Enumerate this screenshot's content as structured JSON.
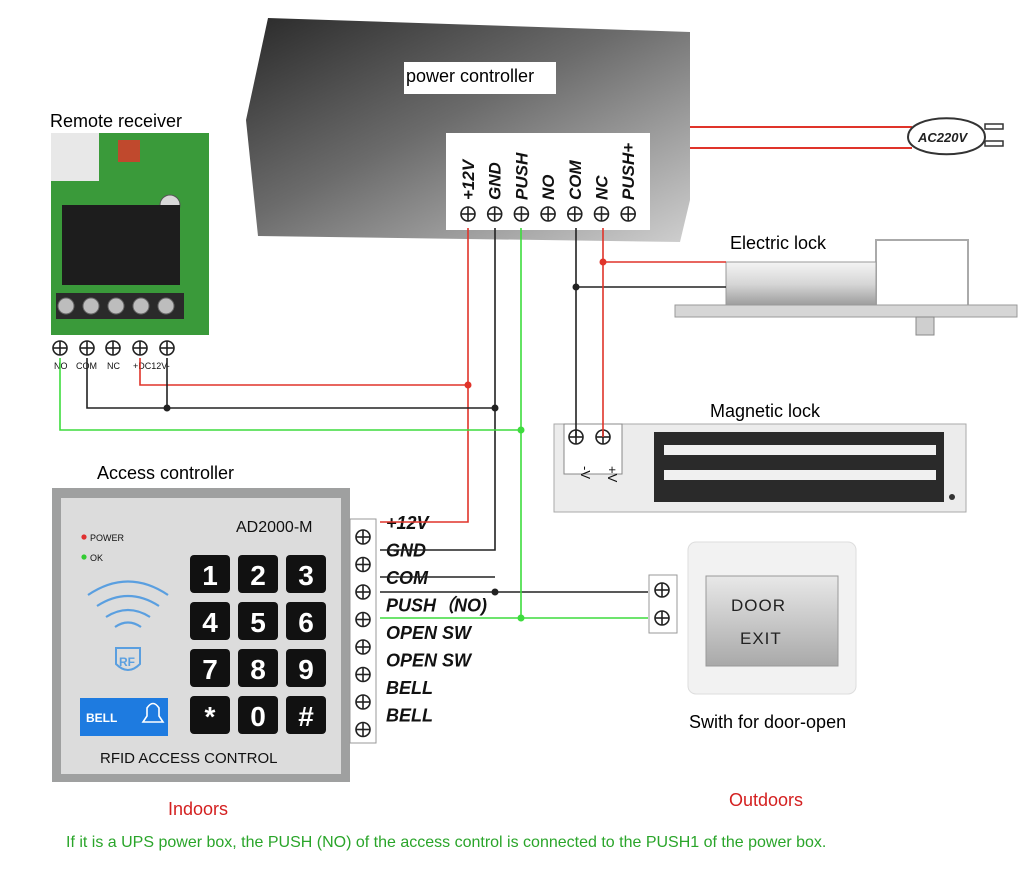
{
  "power_controller": {
    "title": "power controller",
    "terminals": [
      "+12V",
      "GND",
      "PUSH",
      "NO",
      "COM",
      "NC",
      "PUSH+"
    ]
  },
  "plug": {
    "label": "AC220V"
  },
  "remote_receiver": {
    "title": "Remote receiver",
    "terminals": [
      "NO",
      "COM",
      "NC",
      "+DC12V-"
    ]
  },
  "electric_lock": {
    "title": "Electric lock"
  },
  "magnetic_lock": {
    "title": "Magnetic lock",
    "terminals": [
      "-V",
      "+V"
    ]
  },
  "access_controller": {
    "title": "Access controller",
    "model": "AD2000-M",
    "power_led": "POWER",
    "ok_led": "OK",
    "rf_label": "RF",
    "bell_label": "BELL",
    "footer": "RFID   ACCESS   CONTROL",
    "keys": [
      "1",
      "2",
      "3",
      "4",
      "5",
      "6",
      "7",
      "8",
      "9",
      "*",
      "0",
      "#"
    ],
    "terminals": [
      "+12V",
      "GND",
      "COM",
      "PUSH（NO)",
      "OPEN SW",
      "OPEN SW",
      "BELL",
      "BELL"
    ]
  },
  "exit_button": {
    "line1": "DOOR",
    "line2": "EXIT",
    "caption": "Swith for door-open"
  },
  "labels": {
    "indoors": "Indoors",
    "outdoors": "Outdoors",
    "note": "If it is a UPS power box, the PUSH (NO) of the access control is connected to the PUSH1 of the power box."
  },
  "colors": {
    "red_wire": "#e0342a",
    "black_wire": "#222222",
    "green_wire": "#3ddc3d",
    "label_red": "#d42020",
    "note_green": "#2aa52a",
    "bell_blue": "#1e7be0"
  }
}
